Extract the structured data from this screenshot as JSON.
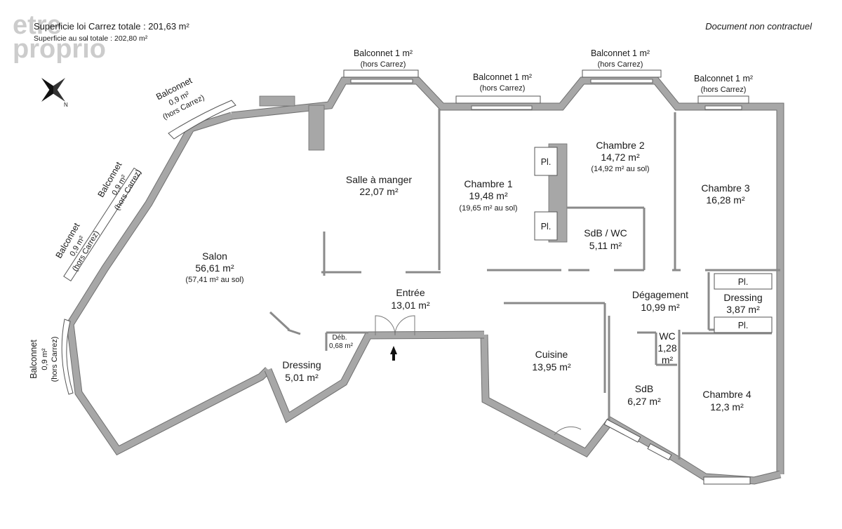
{
  "header": {
    "logo_line1": "etre",
    "logo_line2": "proprio",
    "superficie_carrez": "Superficie loi Carrez totale : 201,63 m²",
    "superficie_sol": "Superficie au sol totale : 202,80 m²",
    "disclaimer": "Document non contractuel"
  },
  "compass": {
    "north_label": "N"
  },
  "balconies": {
    "salle": {
      "name": "Balconnet 1 m²",
      "note": "(hors Carrez)"
    },
    "ch1": {
      "name": "Balconnet 1 m²",
      "note": "(hors Carrez)"
    },
    "ch2": {
      "name": "Balconnet 1 m²",
      "note": "(hors Carrez)"
    },
    "ch3": {
      "name": "Balconnet 1 m²",
      "note": "(hors Carrez)"
    },
    "salon_top": {
      "name": "Balconnet",
      "area": "0,9 m²",
      "note": "(hors Carrez)"
    },
    "salon_mid1": {
      "name": "Balconnet",
      "area": "0,9 m²",
      "note": "(hors Carrez)"
    },
    "salon_mid2": {
      "name": "Balconnet",
      "area": "0,9 m²",
      "note": "(hors Carrez)"
    },
    "salon_bottom": {
      "name": "Balconnet",
      "area": "0,9 m²",
      "note": "(hors Carrez)"
    }
  },
  "rooms": {
    "salle_a_manger": {
      "name": "Salle à manger",
      "area": "22,07 m²"
    },
    "chambre1": {
      "name": "Chambre 1",
      "area": "19,48 m²",
      "sol": "(19,65 m² au sol)"
    },
    "chambre2": {
      "name": "Chambre 2",
      "area": "14,72 m²",
      "sol": "(14,92 m² au sol)"
    },
    "chambre3": {
      "name": "Chambre 3",
      "area": "16,28 m²"
    },
    "salon": {
      "name": "Salon",
      "area": "56,61 m²",
      "sol": "(57,41 m² au sol)"
    },
    "sdb_wc": {
      "name": "SdB / WC",
      "area": "5,11 m²"
    },
    "entree": {
      "name": "Entrée",
      "area": "13,01 m²"
    },
    "degagement": {
      "name": "Dégagement",
      "area": "10,99 m²"
    },
    "dressing_right": {
      "name": "Dressing",
      "area": "3,87 m²"
    },
    "deb": {
      "name": "Déb.",
      "area": "0,68 m²"
    },
    "dressing_salon": {
      "name": "Dressing",
      "area": "5,01 m²"
    },
    "cuisine": {
      "name": "Cuisine",
      "area": "13,95 m²"
    },
    "wc": {
      "name": "WC",
      "area_line1": "1,28",
      "area_line2": "m²"
    },
    "sdb": {
      "name": "SdB",
      "area": "6,27 m²"
    },
    "chambre4": {
      "name": "Chambre 4",
      "area": "12,3 m²"
    }
  },
  "placards": {
    "label": "Pl."
  }
}
